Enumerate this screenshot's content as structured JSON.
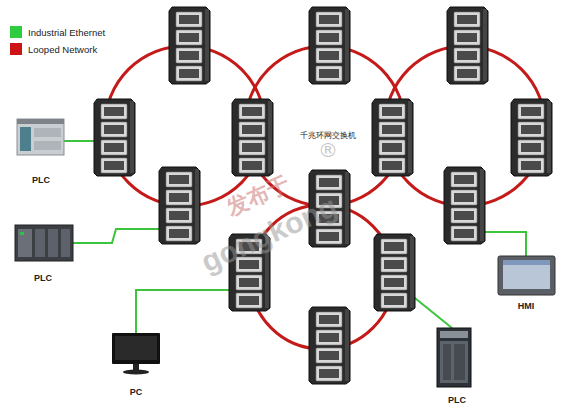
{
  "diagram": {
    "nodes": [
      {
        "text": [
          "PLC"
        ]
      },
      {
        "text": [
          "PLC"
        ]
      },
      {
        "text": [
          "HMI"
        ]
      },
      {
        "text": [
          "PC"
        ]
      },
      {
        "text": [
          "PLC"
        ]
      }
    ],
    "labels": [
      "千兆环网交换机",
      "发布于",
      "gongkong",
      "®"
    ],
    "legend": [
      {
        "text": "Industrial Ethernet",
        "color": "#2ecc40"
      },
      {
        "text": "Looped Network",
        "color": "#cc1414"
      }
    ]
  }
}
